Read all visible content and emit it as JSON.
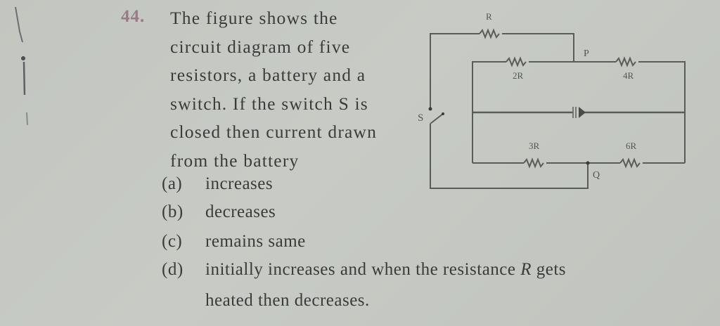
{
  "question": {
    "number": "44.",
    "stem_lines": [
      "The figure shows the",
      "circuit diagram of five",
      "resistors, a battery and a",
      "switch. If the switch S is",
      "closed then current drawn",
      "from the battery"
    ],
    "options": [
      {
        "label": "(a)",
        "text": "increases"
      },
      {
        "label": "(b)",
        "text": "decreases"
      },
      {
        "label": "(c)",
        "text": "remains same"
      },
      {
        "label": "(d)",
        "text_before": "initially increases and when the resistance ",
        "text_var": "R",
        "text_after": " gets",
        "text_line2": "heated then decreases."
      }
    ]
  },
  "circuit": {
    "labels": {
      "R": "R",
      "r2": "2R",
      "r4": "4R",
      "r3": "3R",
      "r6": "6R",
      "P": "P",
      "Q": "Q",
      "S": "S"
    },
    "components": [
      "resistor R",
      "resistor 2R",
      "resistor 4R",
      "resistor 3R",
      "resistor 6R",
      "battery",
      "switch S"
    ]
  }
}
